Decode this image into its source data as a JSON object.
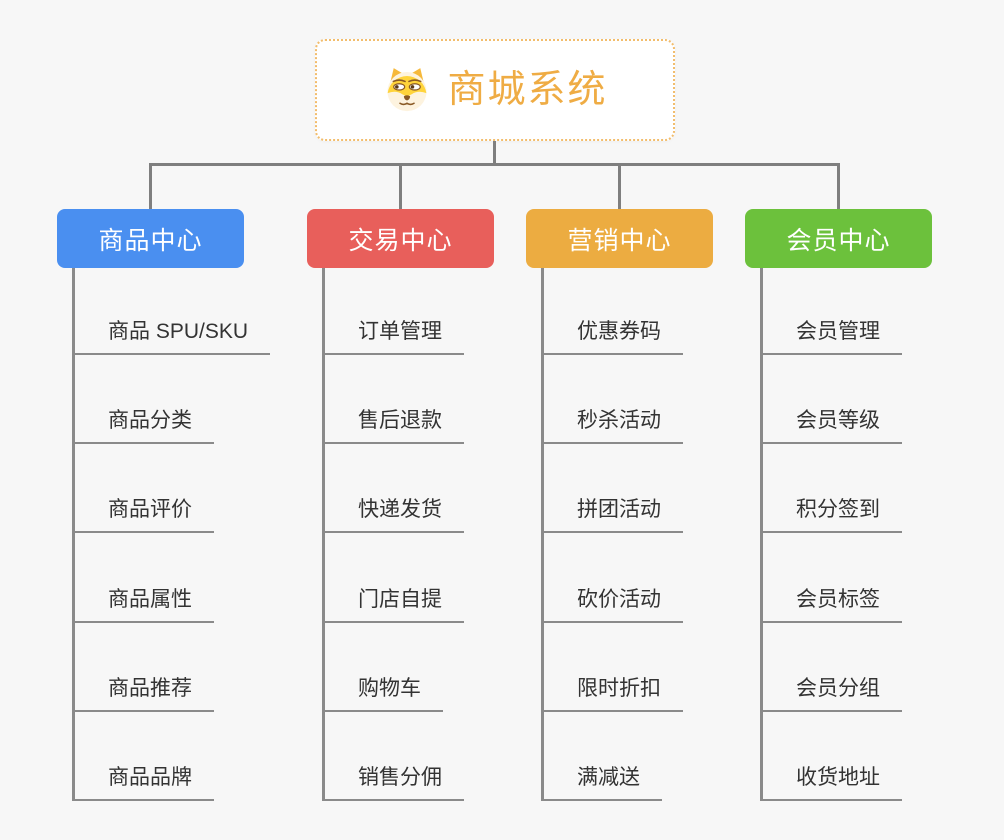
{
  "root": {
    "title": "商城系统",
    "icon": "doge-icon"
  },
  "branches": [
    {
      "label": "商品中心",
      "color": "#4a8ff0",
      "items": [
        "商品 SPU/SKU",
        "商品分类",
        "商品评价",
        "商品属性",
        "商品推荐",
        "商品品牌"
      ]
    },
    {
      "label": "交易中心",
      "color": "#e85f5b",
      "items": [
        "订单管理",
        "售后退款",
        "快递发货",
        "门店自提",
        "购物车",
        "销售分佣"
      ]
    },
    {
      "label": "营销中心",
      "color": "#ecac41",
      "items": [
        "优惠券码",
        "秒杀活动",
        "拼团活动",
        "砍价活动",
        "限时折扣",
        "满减送"
      ]
    },
    {
      "label": "会员中心",
      "color": "#6cc13c",
      "items": [
        "会员管理",
        "会员等级",
        "积分签到",
        "会员标签",
        "会员分组",
        "收货地址"
      ]
    }
  ],
  "colors": {
    "background": "#f7f7f7",
    "connector": "#7f7f7f",
    "leaf_line": "#8a8a8a",
    "leaf_text": "#333333",
    "root_text": "#efac44",
    "root_border": "#f2bd6d"
  }
}
